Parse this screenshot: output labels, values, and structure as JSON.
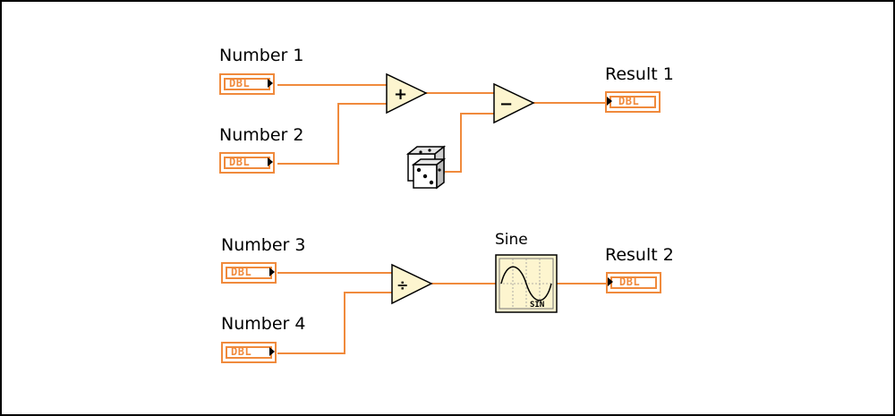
{
  "controls": [
    {
      "id": "n1",
      "label": "Number 1",
      "type": "DBL"
    },
    {
      "id": "n2",
      "label": "Number 2",
      "type": "DBL"
    },
    {
      "id": "n3",
      "label": "Number 3",
      "type": "DBL"
    },
    {
      "id": "n4",
      "label": "Number 4",
      "type": "DBL"
    }
  ],
  "indicators": [
    {
      "id": "r1",
      "label": "Result 1",
      "type": "DBL"
    },
    {
      "id": "r2",
      "label": "Result 2",
      "type": "DBL"
    }
  ],
  "functions": {
    "add": {
      "symbol": "+"
    },
    "subtract": {
      "symbol": "−"
    },
    "divide": {
      "symbol": "÷"
    },
    "sine": {
      "label": "Sine",
      "tag": "SIN"
    }
  },
  "colors": {
    "wire": "#f08a3c",
    "node_fill": "#fdf5cf",
    "frame": "#000000"
  },
  "icons": {
    "random": "dice-icon"
  }
}
